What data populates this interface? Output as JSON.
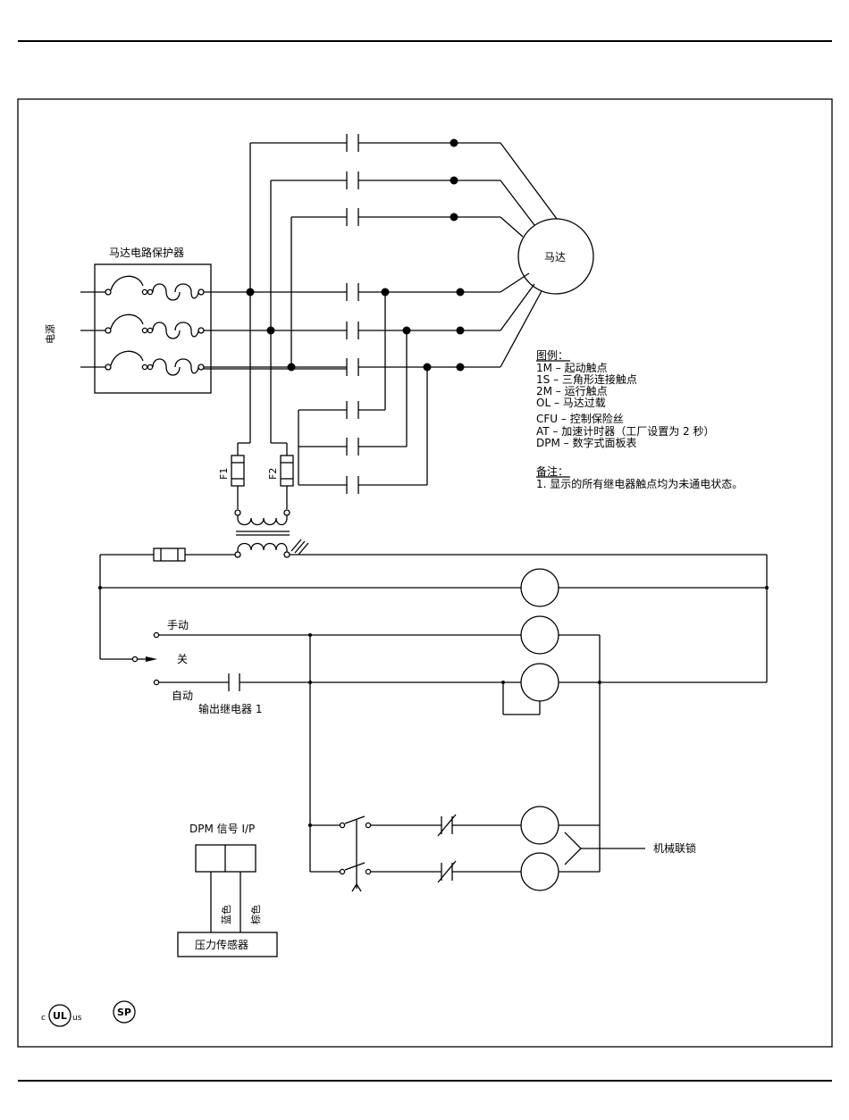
{
  "labels": {
    "protector": "马达电路保护器",
    "power": "电源",
    "motor": "马达",
    "fuse1": "F1",
    "fuse2": "F2",
    "manual": "手动",
    "off": "关",
    "auto": "自动",
    "output_relay": "输出继电器 1",
    "dpm_signal": "DPM 信号 I/P",
    "blue": "蓝色",
    "brown": "棕色",
    "pressure_sensor": "压力传感器",
    "interlock": "机械联锁"
  },
  "legend": {
    "title": "图例：",
    "items": [
      "1M – 起动触点",
      "1S – 三角形连接触点",
      "2M – 运行触点",
      "OL – 马达过载",
      "CFU – 控制保险丝",
      "AT – 加速计时器（工厂设置为 2 秒）",
      "DPM – 数字式面板表"
    ]
  },
  "notes": {
    "title": "备注：",
    "items": [
      "1. 显示的所有继电器触点均为未通电状态。"
    ]
  },
  "logos": {
    "ul_c": "c",
    "ul_mark": "UL",
    "ul_us": "us",
    "csa_mark": "SP"
  }
}
